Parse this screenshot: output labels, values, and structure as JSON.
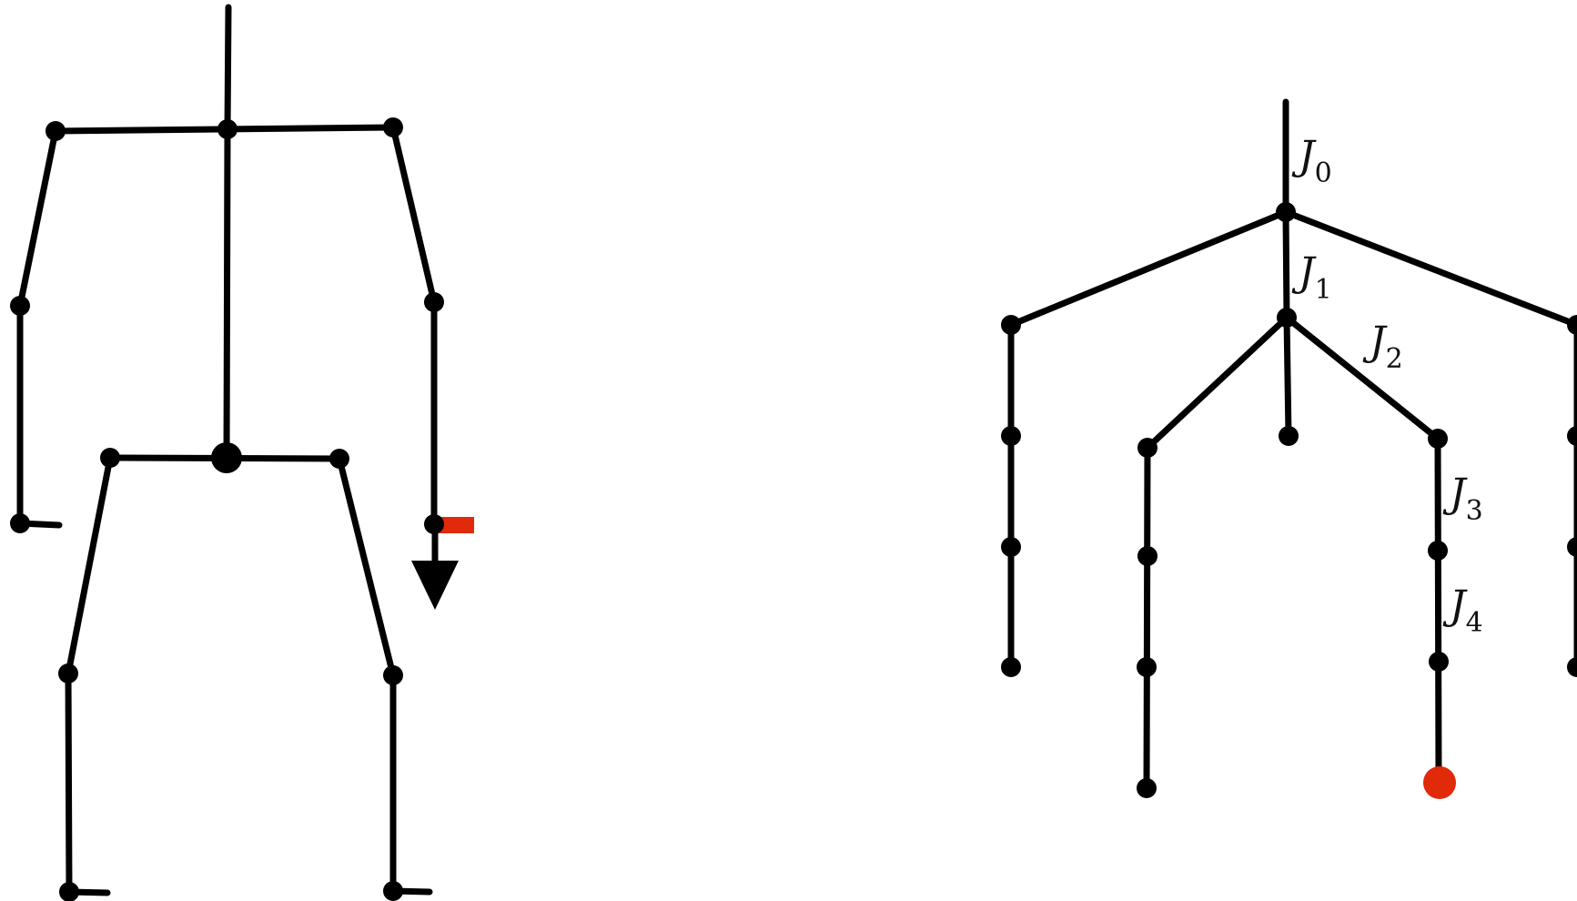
{
  "colors": {
    "stroke": "#000000",
    "highlight": "#e02a0a",
    "background": "#ffffff"
  },
  "left_figure": {
    "description_word": "skeleton-with-downward-arrow",
    "highlight_marker_color": "#e02a0a",
    "arrow_direction": "down"
  },
  "right_figure": {
    "labels": [
      {
        "base": "J",
        "sub": "0"
      },
      {
        "base": "J",
        "sub": "1"
      },
      {
        "base": "J",
        "sub": "2"
      },
      {
        "base": "J",
        "sub": "3"
      },
      {
        "base": "J",
        "sub": "4"
      }
    ],
    "highlight_joint_color": "#e02a0a"
  }
}
